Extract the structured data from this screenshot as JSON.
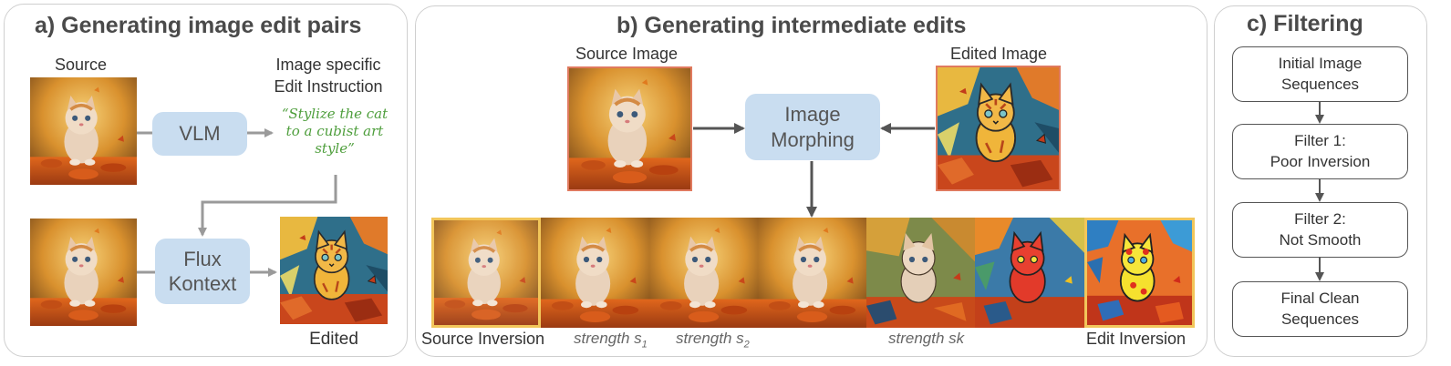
{
  "panel_a": {
    "title": "a)   Generating image edit pairs",
    "source_label": "Source",
    "instruction_label_line1": "Image specific",
    "instruction_label_line2": "Edit Instruction",
    "vlm_label": "VLM",
    "instruction_quote_line1": "“Stylize the cat",
    "instruction_quote_line2": "to a cubist art",
    "instruction_quote_line3": "style”",
    "flux_line1": "Flux",
    "flux_line2": "Kontext",
    "edited_label": "Edited"
  },
  "panel_b": {
    "title": "b)   Generating intermediate edits",
    "source_image_label": "Source Image",
    "edited_image_label": "Edited Image",
    "morph_line1": "Image",
    "morph_line2": "Morphing",
    "source_inversion_label": "Source Inversion",
    "strength_word": "strength s",
    "strength_sub_1": "1",
    "strength_sub_2": "2",
    "strength_k": "strength sk",
    "edit_inversion_label": "Edit Inversion"
  },
  "panel_c": {
    "title": "c)   Filtering",
    "steps": [
      {
        "line1": "Initial Image",
        "line2": "Sequences"
      },
      {
        "line1": "Filter 1:",
        "line2": "Poor Inversion"
      },
      {
        "line1": "Filter 2:",
        "line2": "Not Smooth"
      },
      {
        "line1": "Final Clean",
        "line2": "Sequences"
      }
    ]
  },
  "colors": {
    "blue_box": "#c9ddf0",
    "quote_green": "#4e9e3c",
    "highlight_border": "#f2c65a",
    "source_frame": "#e07a5f"
  }
}
